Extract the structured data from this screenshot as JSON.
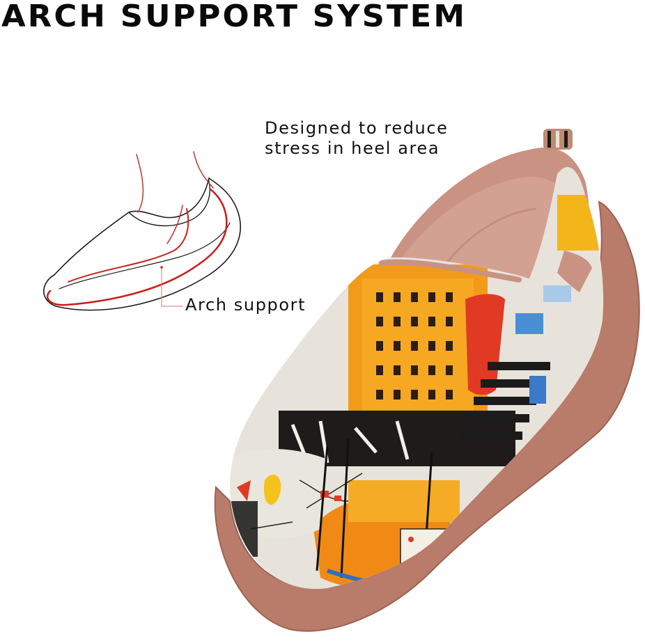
{
  "title": "ARCH SUPPORT SYSTEM",
  "callouts": {
    "heel_line1": "Designed to reduce",
    "heel_line2": "stress in heel area",
    "arch": "Arch support"
  },
  "colors": {
    "heading": "#0a0a0a",
    "diagram_outline": "#1a1a1a",
    "arch_highlight": "#c8201e",
    "sole": "#b97b6a",
    "lining": "#c99283"
  },
  "illustrations": {
    "foot_diagram_icon": "foot-arch-outline-icon",
    "product_image": "painted-slip-on-shoe"
  }
}
